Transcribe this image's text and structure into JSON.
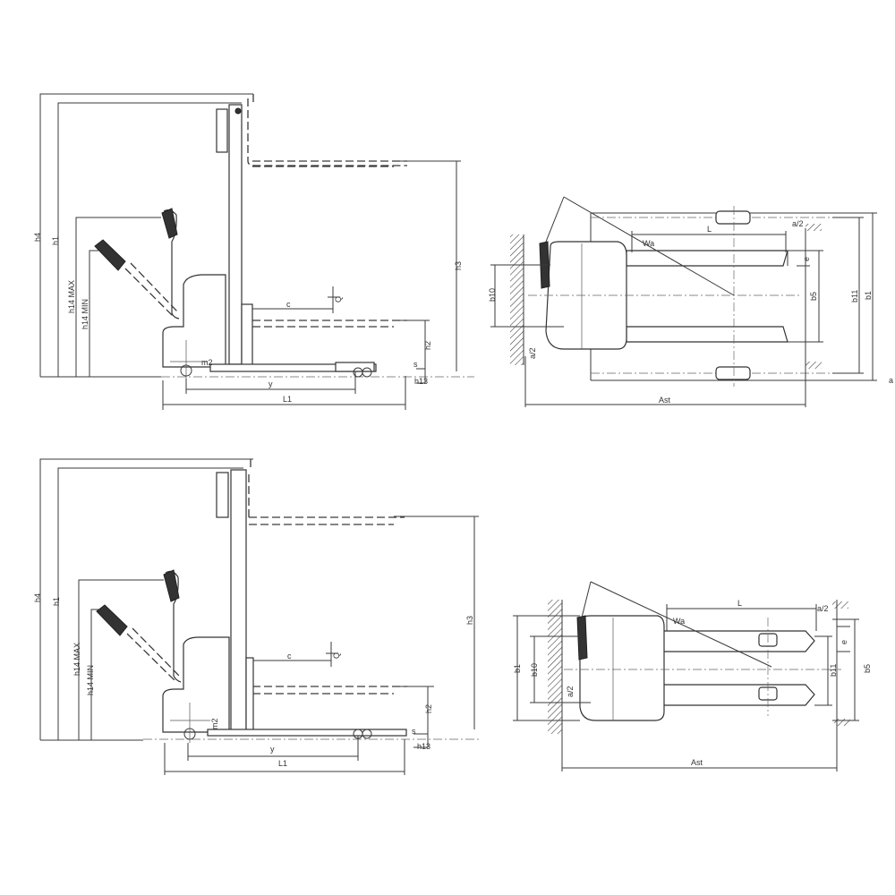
{
  "views": {
    "side_top": {
      "labels": {
        "h4": "h4",
        "h1": "h1",
        "h14max": "h14 MAX",
        "h14min": "h14 MIN",
        "h3": "h3",
        "c": "c",
        "q": "Q",
        "h2": "h2",
        "m2": "m2",
        "s": "s",
        "h13": "h13",
        "y": "y",
        "l1": "L1"
      }
    },
    "plan_top": {
      "labels": {
        "l": "L",
        "wa": "Wa",
        "a2_right": "a/2",
        "e": "e",
        "b10": "b10",
        "b5": "b5",
        "b11": "b11",
        "b1": "b1",
        "a2_left": "a/2",
        "ast": "Ast",
        "a": "a"
      }
    },
    "side_bottom": {
      "labels": {
        "h4": "h4",
        "h1": "h1",
        "h14max": "h14 MAX",
        "h14min": "h14 MIN",
        "h3": "h3",
        "c": "c",
        "q": "Q",
        "h2": "h2",
        "m2": "m2",
        "s": "s",
        "h13": "h13",
        "y": "y",
        "l1": "L1"
      }
    },
    "plan_bottom": {
      "labels": {
        "l": "L",
        "wa": "Wa",
        "a2_right": "a/2",
        "e": "e",
        "b1": "b1",
        "b10": "b10",
        "a2_left": "a/2",
        "b11": "b11",
        "b5": "b5",
        "ast": "Ast"
      }
    }
  }
}
